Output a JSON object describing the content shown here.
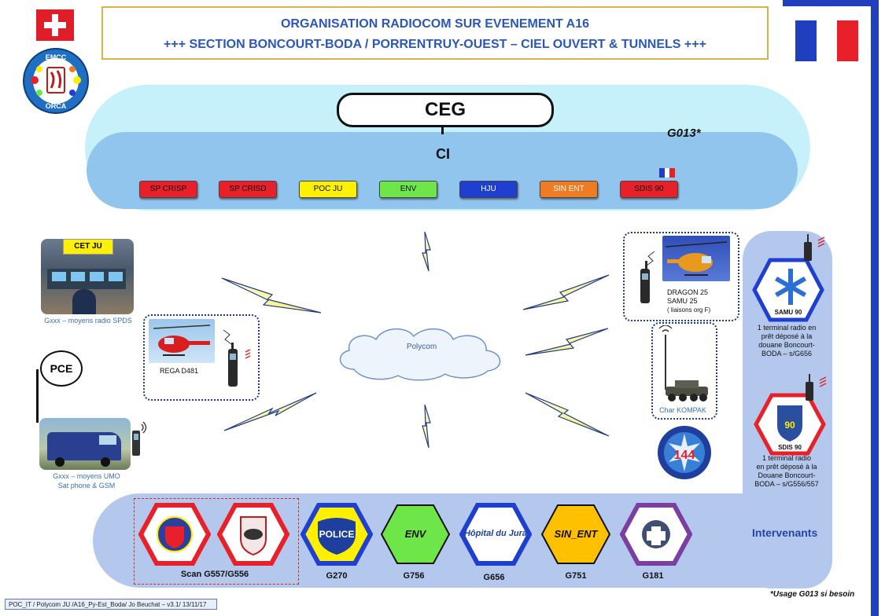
{
  "title": {
    "line1": "ORGANISATION RADIOCOM SUR EVENEMENT A16",
    "line2": "+++ SECTION BONCOURT-BODA / PORRENTRUY-OUEST  – CIEL OUVERT & TUNNELS +++"
  },
  "emcc_logo": {
    "top": "EMCC",
    "bottom": "ORCA"
  },
  "ceg": "CEG",
  "ci": "CI",
  "g013": "G013*",
  "ci_units": [
    {
      "label": "SP CRISP",
      "color": "#e8202a",
      "text_color": "#111111"
    },
    {
      "label": "SP CRISD",
      "color": "#e8202a",
      "text_color": "#111111"
    },
    {
      "label": "POC JU",
      "color": "#ffef00",
      "text_color": "#111111"
    },
    {
      "label": "ENV",
      "color": "#6ee64a",
      "text_color": "#111111"
    },
    {
      "label": "HJU",
      "color": "#1f3fd1",
      "text_color": "#ffffff"
    },
    {
      "label": "SIN ENT",
      "color": "#ef7b22",
      "text_color": "#ffffff"
    },
    {
      "label": "SDIS 90",
      "color": "#e8202a",
      "text_color": "#111111"
    }
  ],
  "cet_ju": {
    "label": "CET JU",
    "caption": "Gxxx – moyens radio SPDS"
  },
  "rega": {
    "label": "REGA D481"
  },
  "pce": {
    "label": "PCE",
    "caption_line1": "Gxxx – moyens UMO",
    "caption_line2": "Sat phone & GSM"
  },
  "polycom": "Polycom",
  "dragon": {
    "line1": "DRAGON 25",
    "line2": "SAMU 25",
    "line3": "( liaisons org F)"
  },
  "char_kompak": "Char KOMPAK",
  "samu90": {
    "label": "SAMU 90",
    "caption": [
      "1 terminal radio en",
      "prêt déposé à la",
      "douane Boncourt-",
      "BODA – s/G656"
    ]
  },
  "sdis90": {
    "label": "SDIS 90",
    "caption": [
      "1 terminal radio",
      "en prêt déposé à la",
      "Douane Boncourt-",
      "BODA – s/G556/557"
    ]
  },
  "intervenants": "Intervenants",
  "bottom_units": [
    {
      "name": "scan",
      "label": "Scan G557/G556"
    },
    {
      "name": "police",
      "hex_text": "POLICE",
      "label": "G270",
      "color": "#ffef00"
    },
    {
      "name": "env",
      "hex_text": "ENV",
      "label": "G756",
      "color": "#6ee64a"
    },
    {
      "name": "hopital",
      "hex_text": "Hôpital du Jura",
      "label": "G656",
      "color": "#ffffff"
    },
    {
      "name": "sin-ent",
      "hex_text": "SIN_ENT",
      "label": "G751",
      "color": "#ffc000"
    },
    {
      "name": "g181",
      "hex_text": "",
      "label": "G181",
      "color": "#ffffff"
    }
  ],
  "usage_note": "*Usage G013 si besoin",
  "footer": "POC_IT / Polycom JU /A16_Py-Est_Boda/ Jo Beuchat – v3.1/ 13/11/17"
}
